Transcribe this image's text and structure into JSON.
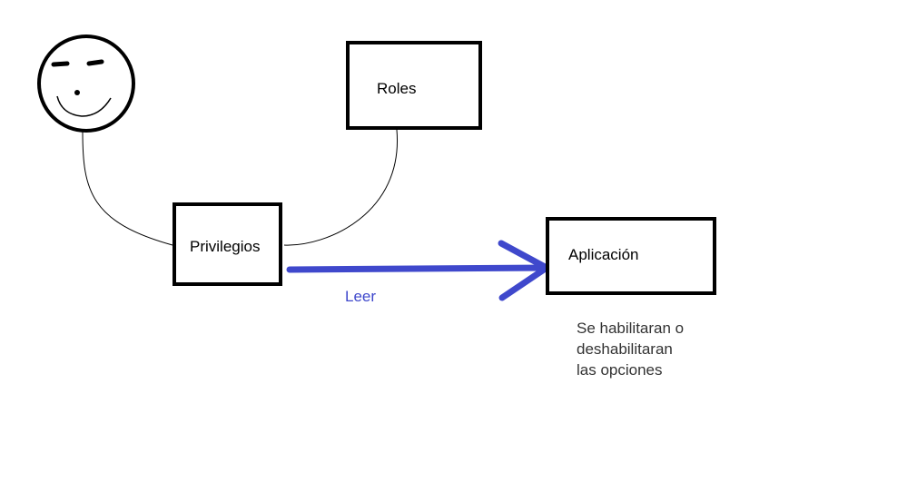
{
  "diagram": {
    "nodes": {
      "roles": {
        "label": "Roles"
      },
      "privilegios": {
        "label": "Privilegios"
      },
      "aplicacion": {
        "label": "Aplicación"
      }
    },
    "edges": {
      "privilegios_to_aplicacion": {
        "label": "Leer",
        "color": "#3f48cc"
      }
    },
    "note": {
      "lines": [
        "Se habilitaran o",
        "deshabilitaran",
        "las opciones"
      ]
    },
    "user_icon": "smiley-face-icon"
  }
}
